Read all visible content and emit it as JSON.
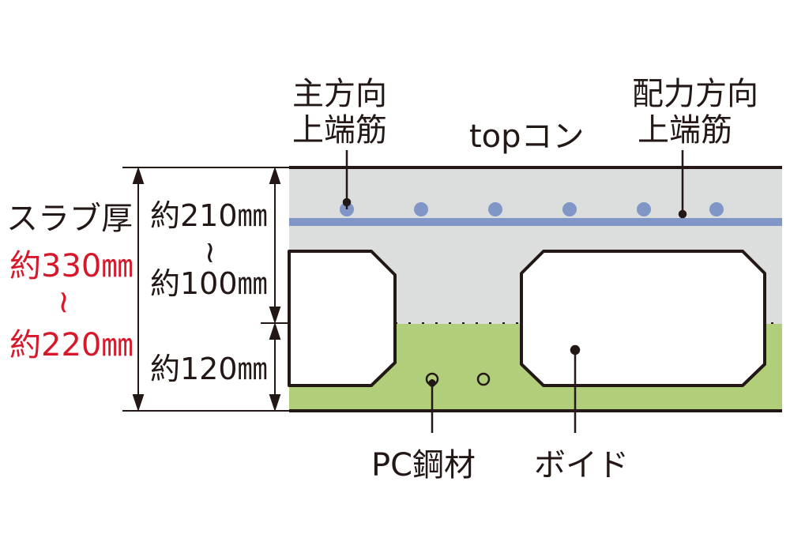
{
  "colors": {
    "top_concrete": "#dcdddd",
    "bottom_precast": "#b1cf7a",
    "rebar_line": "#7f96c6",
    "rebar_dot": "#7f96c6",
    "outline": "#231815",
    "accent_red": "#d7182a",
    "void_fill": "#ffffff"
  },
  "labels": {
    "main_dir_rebar_line1": "主方向",
    "main_dir_rebar_line2": "上端筋",
    "dist_dir_rebar_line1": "配力方向",
    "dist_dir_rebar_line2": "上端筋",
    "top_concrete": "topコン",
    "pc_steel": "PC鋼材",
    "void": "ボイド"
  },
  "dimensions": {
    "slab_thickness_title": "スラブ厚",
    "slab_thickness_max": "約330㎜",
    "slab_thickness_tilde": "~",
    "slab_thickness_min": "約220㎜",
    "top_layer_max": "約210㎜",
    "top_layer_tilde": "~",
    "top_layer_min": "約100㎜",
    "bottom_layer": "約120㎜"
  },
  "rebar_dots_count": 6
}
